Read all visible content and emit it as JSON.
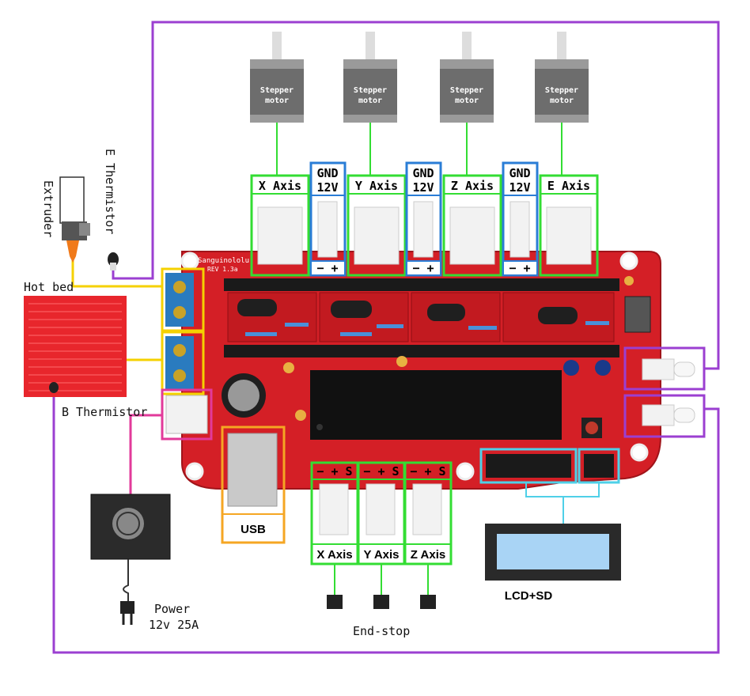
{
  "motors": [
    {
      "line1": "Stepper",
      "line2": "motor"
    },
    {
      "line1": "Stepper",
      "line2": "motor"
    },
    {
      "line1": "Stepper",
      "line2": "motor"
    },
    {
      "line1": "Stepper",
      "line2": "motor"
    }
  ],
  "top_connectors": {
    "x_axis": "X Axis",
    "gnd1": "GND",
    "v1": "12V",
    "y_axis": "Y Axis",
    "gnd2": "GND",
    "v2": "12V",
    "z_axis": "Z Axis",
    "gnd3": "GND",
    "v3": "12V",
    "e_axis": "E Axis",
    "pm": "− +"
  },
  "left": {
    "extruder": "Extruder",
    "e_thermistor": "E Thermistor",
    "hot_bed": "Hot bed",
    "b_thermistor": "B Thermistor"
  },
  "bottom": {
    "usb": "USB",
    "power": "Power",
    "power_spec": "12v 25A",
    "lcd": "LCD+SD",
    "endstop": "End-stop",
    "pms": "− + S",
    "x_axis": "X Axis",
    "y_axis": "Y Axis",
    "z_axis": "Z Axis"
  },
  "board": {
    "brand": "Sanguinololu",
    "rev": "REV 1.3a"
  },
  "colors": {
    "board": "#d41f26",
    "green": "#33dd33",
    "blue": "#2a7dd6",
    "purple": "#9b3fd1",
    "yellow": "#f5d100",
    "orange": "#f5a623",
    "pink": "#e23a9a",
    "cyan": "#4fd0e8"
  }
}
